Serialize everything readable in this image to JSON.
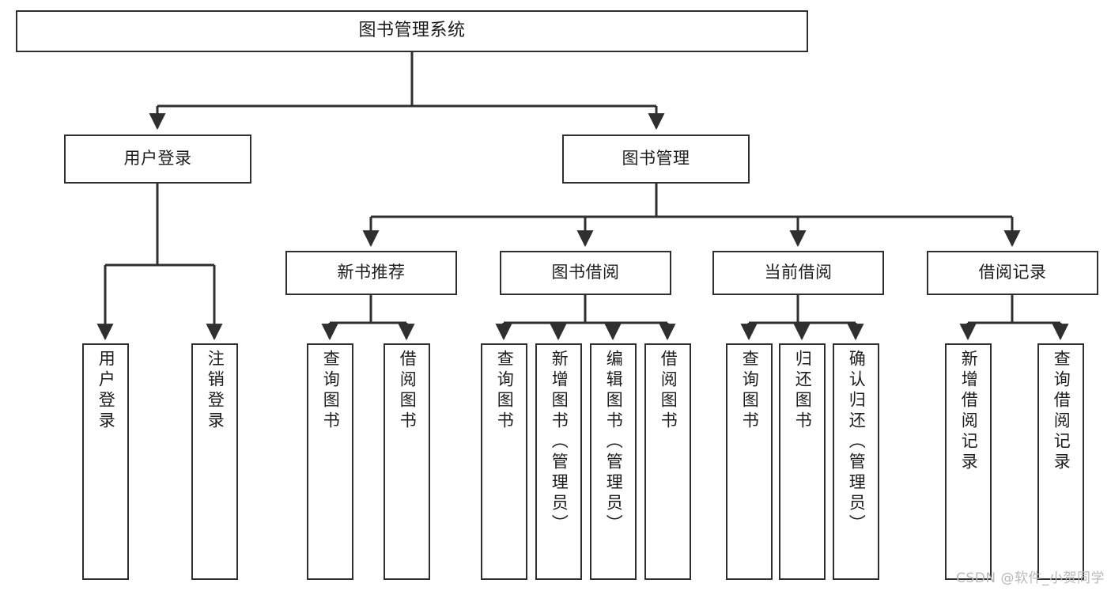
{
  "diagram": {
    "title": "图书管理系统",
    "type": "tree",
    "stroke_color": "#2f2f2f",
    "fill_color": "#ffffff",
    "text_color": "#1d1d1d",
    "watermark": "CSDN @软件_小贺同学"
  },
  "nodes": {
    "root": {
      "label": "图书管理系统"
    },
    "level2": [
      {
        "label": "用户登录"
      },
      {
        "label": "图书管理"
      }
    ],
    "level3": [
      {
        "label": "新书推荐"
      },
      {
        "label": "图书借阅"
      },
      {
        "label": "当前借阅"
      },
      {
        "label": "借阅记录"
      }
    ],
    "leaves": {
      "user_login": [
        {
          "label": "用户登录"
        },
        {
          "label": "注销登录"
        }
      ],
      "new_book_recommend": [
        {
          "label": "查询图书"
        },
        {
          "label": "借阅图书"
        }
      ],
      "book_borrow": [
        {
          "label": "查询图书"
        },
        {
          "label": "新增图书（管理员）"
        },
        {
          "label": "编辑图书（管理员）"
        },
        {
          "label": "借阅图书"
        }
      ],
      "current_borrow": [
        {
          "label": "查询图书"
        },
        {
          "label": "归还图书"
        },
        {
          "label": "确认归还（管理员）"
        }
      ],
      "borrow_record": [
        {
          "label": "新增借阅记录"
        },
        {
          "label": "查询借阅记录"
        }
      ]
    }
  }
}
